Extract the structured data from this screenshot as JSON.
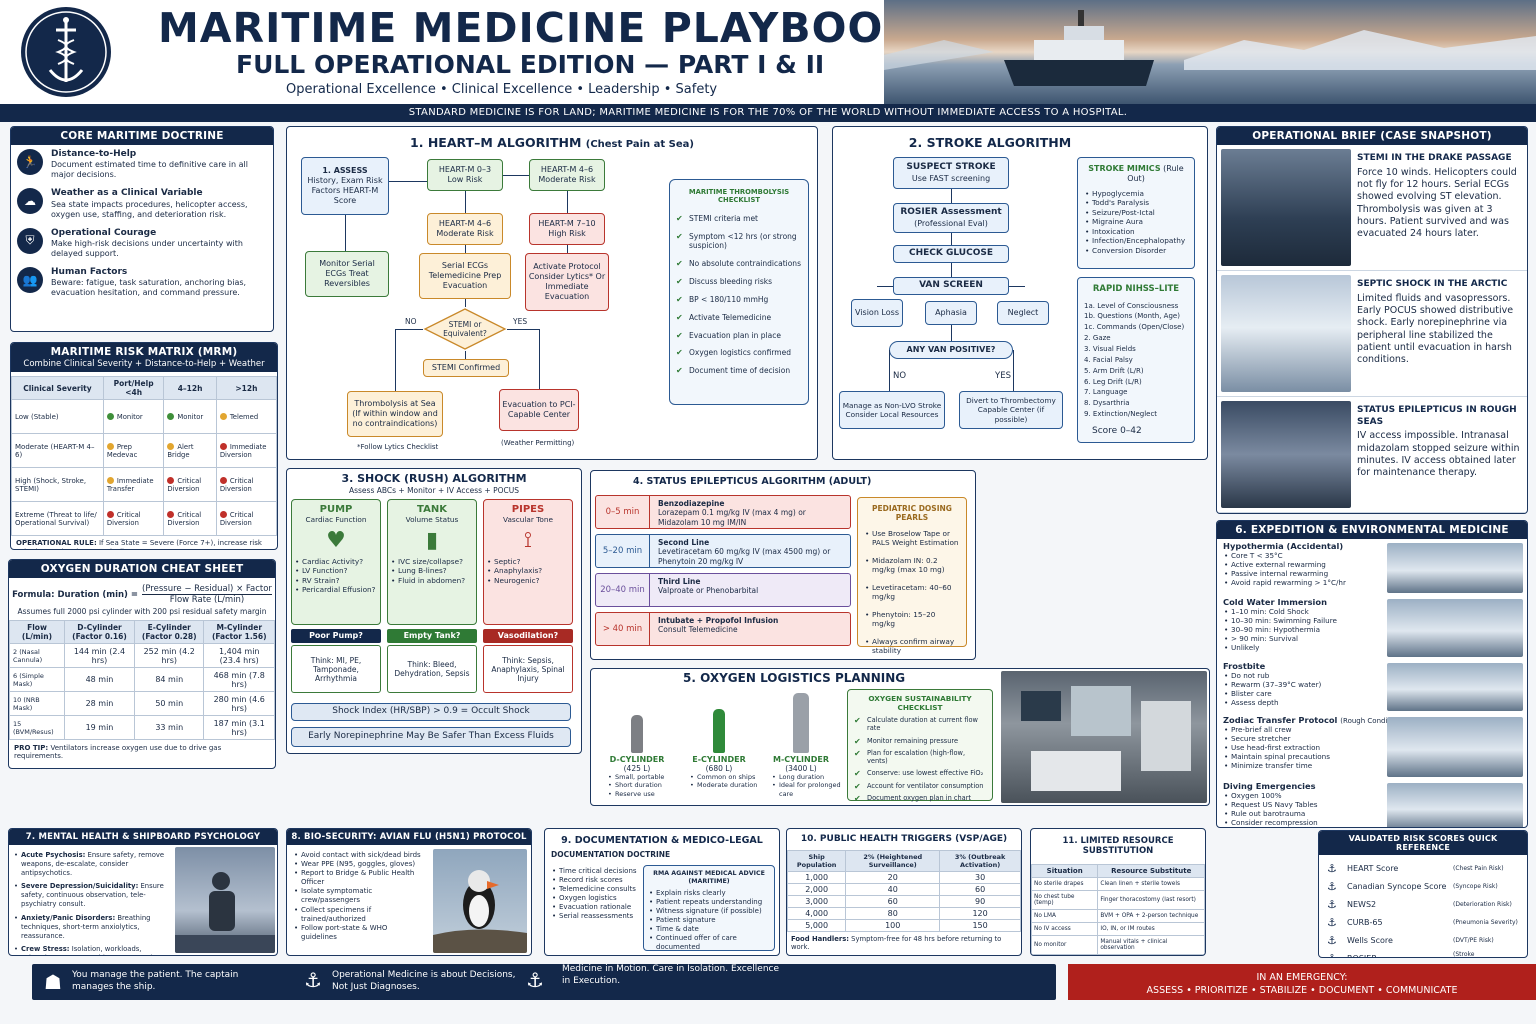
{
  "header": {
    "title": "MARITIME MEDICINE PLAYBOOK",
    "subtitle": "FULL OPERATIONAL EDITION — PART I & II",
    "tagline": "Operational Excellence • Clinical Excellence • Leadership • Safety",
    "banner": "STANDARD MEDICINE IS FOR LAND; MARITIME MEDICINE IS FOR THE 70% OF THE WORLD WITHOUT IMMEDIATE ACCESS TO A HOSPITAL."
  },
  "doctrine": {
    "title": "CORE MARITIME DOCTRINE",
    "items": [
      {
        "h": "Distance-to-Help",
        "t": "Document estimated time to definitive care in all major decisions."
      },
      {
        "h": "Weather as a Clinical Variable",
        "t": "Sea state impacts procedures, helicopter access, oxygen use, staffing, and deterioration risk."
      },
      {
        "h": "Operational Courage",
        "t": "Make high-risk decisions under uncertainty with delayed support."
      },
      {
        "h": "Human Factors",
        "t": "Beware: fatigue, task saturation, anchoring bias, evacuation hesitation, and command pressure."
      }
    ]
  },
  "mrm": {
    "title": "MARITIME RISK MATRIX (MRM)",
    "sub": "Combine Clinical Severity + Distance-to-Help + Weather",
    "cols": [
      "Clinical Severity",
      "Port/Help <4h",
      "4–12h",
      ">12h"
    ],
    "rows": [
      {
        "sev": "Low (Stable)",
        "c": [
          [
            "Monitor",
            "#3f8f3a"
          ],
          [
            "Monitor",
            "#3f8f3a"
          ],
          [
            "Telemed",
            "#e2a630"
          ]
        ]
      },
      {
        "sev": "Moderate (HEART-M 4–6)",
        "c": [
          [
            "Prep Medevac",
            "#e2a630"
          ],
          [
            "Alert Bridge",
            "#e2a630"
          ],
          [
            "Immediate Diversion",
            "#c0302a"
          ]
        ]
      },
      {
        "sev": "High (Shock, Stroke, STEMI)",
        "c": [
          [
            "Immediate Transfer",
            "#e2a630"
          ],
          [
            "Critical Diversion",
            "#c0302a"
          ],
          [
            "Critical Diversion",
            "#c0302a"
          ]
        ]
      },
      {
        "sev": "Extreme (Threat to life/ Operational Survival)",
        "c": [
          [
            "Critical Diversion",
            "#c0302a"
          ],
          [
            "Critical Diversion",
            "#c0302a"
          ],
          [
            "Critical Diversion",
            "#c0302a"
          ]
        ]
      }
    ],
    "rule_h": "OPERATIONAL RULE:",
    "rule": "If Sea State = Severe (Force 7+), increase risk color by one level automatically."
  },
  "oxy": {
    "title": "OXYGEN DURATION CHEAT SHEET",
    "formula_l": "Formula: Duration (min) =",
    "formula_n": "(Pressure − Residual) × Factor",
    "formula_d": "Flow Rate (L/min)",
    "assume": "Assumes full 2000 psi cylinder with 200 psi residual safety margin",
    "cols": [
      "Flow (L/min)",
      "D-Cylinder (Factor 0.16)",
      "E-Cylinder (Factor 0.28)",
      "M-Cylinder (Factor 1.56)"
    ],
    "rows": [
      [
        "2 (Nasal Cannula)",
        "144 min (2.4 hrs)",
        "252 min (4.2 hrs)",
        "1,404 min (23.4 hrs)"
      ],
      [
        "6 (Simple Mask)",
        "48 min",
        "84 min",
        "468 min (7.8 hrs)"
      ],
      [
        "10 (NRB Mask)",
        "28 min",
        "50 min",
        "280 min (4.6 hrs)"
      ],
      [
        "15 (BVM/Resus)",
        "19 min",
        "33 min",
        "187 min (3.1 hrs)"
      ]
    ],
    "tip_h": "PRO TIP:",
    "tip": "Ventilators increase oxygen use due to drive gas requirements."
  },
  "heart": {
    "title": "1. HEART–M ALGORITHM",
    "title2": "(Chest Pain at Sea)",
    "assess": "1. ASSESS",
    "assess_t": "History, Exam Risk Factors HEART-M Score",
    "low": "HEART-M 0–3 Low Risk",
    "mod1": "HEART-M 4–6 Moderate Risk",
    "mod2": "HEART-M 4–6 Moderate Risk",
    "high": "HEART-M 7–10 High Risk",
    "monitor": "Monitor Serial ECGs Treat Reversibles",
    "serial": "Serial ECGs Telemedicine Prep Evacuation",
    "activate": "Activate Protocol Consider Lytics* Or Immediate Evacuation",
    "stemi": "STEMI or Equivalent?",
    "no": "NO",
    "yes": "YES",
    "confirmed": "STEMI Confirmed",
    "thromb": "Thrombolysis at Sea (If within window and no contraindications)",
    "evac": "Evacuation to PCI-Capable Center",
    "foot1": "*Follow Lytics Checklist",
    "foot2": "(Weather Permitting)",
    "check_title": "MARITIME THROMBOLYSIS CHECKLIST",
    "checks": [
      "STEMI criteria met",
      "Symptom <12 hrs (or strong suspicion)",
      "No absolute contraindications",
      "Discuss bleeding risks",
      "BP < 180/110 mmHg",
      "Activate Telemedicine",
      "Evacuation plan in place",
      "Oxygen logistics confirmed",
      "Document time of decision"
    ]
  },
  "stroke": {
    "title": "2. STROKE ALGORITHM",
    "suspect": "SUSPECT STROKE",
    "suspect_t": "Use FAST screening",
    "rosier": "ROSIER Assessment",
    "rosier_t": "(Professional Eval)",
    "glucose": "CHECK GLUCOSE",
    "van": "VAN SCREEN",
    "vision": "Vision Loss",
    "aphasia": "Aphasia",
    "neglect": "Neglect",
    "vanq": "ANY VAN POSITIVE?",
    "no": "NO",
    "yes": "YES",
    "nonlvo": "Manage as Non-LVO Stroke Consider Local Resources",
    "divert": "Divert to Thrombectomy Capable Center (if possible)",
    "mimic_title": "STROKE MIMICS",
    "mimic_sub": "(Rule Out)",
    "mimics": [
      "Hypoglycemia",
      "Todd's Paralysis",
      "Seizure/Post-Ictal",
      "Migraine Aura",
      "Intoxication",
      "Infection/Encephalopathy",
      "Conversion Disorder"
    ],
    "nihss_title": "RAPID NIHSS–LITE",
    "nihss": [
      "1a. Level of Consciousness",
      "1b. Questions (Month, Age)",
      "1c. Commands (Open/Close)",
      "2. Gaze",
      "3. Visual Fields",
      "4. Facial Palsy",
      "5. Arm Drift (L/R)",
      "6. Leg Drift (L/R)",
      "7. Language",
      "8. Dysarthria",
      "9. Extinction/Neglect"
    ],
    "score": "Score 0–42"
  },
  "brief": {
    "title": "OPERATIONAL BRIEF (CASE SNAPSHOT)",
    "cases": [
      {
        "h": "STEMI IN THE DRAKE PASSAGE",
        "t": "Force 10 winds. Helicopters could not fly for 12 hours. Serial ECGs showed evolving ST elevation. Thrombolysis was given at 3 hours. Patient survived and was evacuated 24 hours later."
      },
      {
        "h": "SEPTIC SHOCK IN THE ARCTIC",
        "t": "Limited fluids and vasopressors. Early POCUS showed distributive shock. Early norepinephrine via peripheral line stabilized the patient until evacuation in harsh conditions."
      },
      {
        "h": "STATUS EPILEPTICUS IN ROUGH SEAS",
        "t": "IV access impossible. Intranasal midazolam stopped seizure within minutes. IV access obtained later for maintenance therapy."
      }
    ]
  },
  "shock": {
    "title": "3. SHOCK (RUSH) ALGORITHM",
    "sub": "Assess ABCs + Monitor + IV Access + POCUS",
    "cols": [
      {
        "h": "PUMP",
        "s": "Cardiac Function",
        "items": [
          "Cardiac Activity?",
          "LV Function?",
          "RV Strain?",
          "Pericardial Effusion?"
        ],
        "q": "Poor Pump?",
        "think": "Think: MI, PE, Tamponade, Arrhythmia"
      },
      {
        "h": "TANK",
        "s": "Volume Status",
        "items": [
          "IVC size/collapse?",
          "Lung B-lines?",
          "Fluid in abdomen?"
        ],
        "q": "Empty Tank?",
        "think": "Think: Bleed, Dehydration, Sepsis"
      },
      {
        "h": "PIPES",
        "s": "Vascular Tone",
        "items": [
          "Septic?",
          "Anaphylaxis?",
          "Neurogenic?"
        ],
        "q": "Vasodilation?",
        "think": "Think: Sepsis, Anaphylaxis, Spinal Injury"
      }
    ],
    "index": "Shock Index (HR/SBP) > 0.9 = Occult Shock",
    "norepi": "Early Norepinephrine May Be Safer Than Excess Fluids"
  },
  "status": {
    "title": "4. STATUS EPILEPTICUS ALGORITHM (ADULT)",
    "steps": [
      {
        "t": "0–5 min",
        "h": "Benzodiazepine",
        "d": "Lorazepam 0.1 mg/kg IV (max 4 mg) or Midazolam 10 mg IM/IN"
      },
      {
        "t": "5–20 min",
        "h": "Second Line",
        "d": "Levetiracetam 60 mg/kg IV (max 4500 mg) or Phenytoin 20 mg/kg IV"
      },
      {
        "t": "20–40 min",
        "h": "Third Line",
        "d": "Valproate or Phenobarbital"
      },
      {
        "t": "> 40 min",
        "h": "Intubate + Propofol Infusion",
        "d": "Consult Telemedicine"
      }
    ],
    "ped_title": "PEDIATRIC DOSING PEARLS",
    "ped": [
      "Use Broselow Tape or PALS Weight Estimation",
      "Midazolam IN: 0.2 mg/kg (max 10 mg)",
      "Levetiracetam: 40–60 mg/kg",
      "Phenytoin: 15–20 mg/kg",
      "Always confirm airway stability"
    ]
  },
  "o2log": {
    "title": "5. OXYGEN LOGISTICS PLANNING",
    "cyl": [
      {
        "n": "D-CYLINDER",
        "v": "(425 L)",
        "d": [
          "Small, portable",
          "Short duration",
          "Reserve use"
        ]
      },
      {
        "n": "E-CYLINDER",
        "v": "(680 L)",
        "d": [
          "Common on ships",
          "Moderate duration"
        ]
      },
      {
        "n": "M-CYLINDER",
        "v": "(3400 L)",
        "d": [
          "Long duration",
          "Ideal for prolonged care"
        ]
      }
    ],
    "check_title": "OXYGEN SUSTAINABILITY CHECKLIST",
    "checks": [
      "Calculate duration at current flow rate",
      "Monitor remaining pressure",
      "Plan for escalation (high-flow, vents)",
      "Conserve: use lowest effective FiO₂",
      "Account for ventilator consumption",
      "Document oxygen plan in chart"
    ]
  },
  "expedition": {
    "title": "6. EXPEDITION & ENVIRONMENTAL MEDICINE",
    "sections": [
      {
        "h": "Hypothermia (Accidental)",
        "items": [
          "Core T < 35°C",
          "Active external rewarming",
          "Passive internal rewarming",
          "Avoid rapid rewarming > 1°C/hr"
        ]
      },
      {
        "h": "Cold Water Immersion",
        "items": [
          "1–10 min: Cold Shock",
          "10–30 min: Swimming Failure",
          "30–90 min: Hypothermia",
          "> 90 min: Survival",
          "Unlikely"
        ]
      },
      {
        "h": "Frostbite",
        "items": [
          "Do not rub",
          "Rewarm (37–39°C water)",
          "Blister care",
          "Assess depth"
        ]
      },
      {
        "h": "Zodiac Transfer Protocol",
        "h2": "(Rough Conditions)",
        "items": [
          "Pre-brief all crew",
          "Secure stretcher",
          "Use head-first extraction",
          "Maintain spinal precautions",
          "Minimize transfer time"
        ]
      },
      {
        "h": "Diving Emergencies",
        "items": [
          "Oxygen 100%",
          "Request US Navy Tables",
          "Rule out barotrauma",
          "Consider recompression"
        ]
      }
    ]
  },
  "mental": {
    "title": "7. MENTAL HEALTH & SHIPBOARD PSYCHOLOGY",
    "items": [
      {
        "h": "Acute Psychosis:",
        "t": "Ensure safety, remove weapons, de-escalate, consider antipsychotics."
      },
      {
        "h": "Severe Depression/Suicidality:",
        "t": "Ensure safety, continuous observation, tele-psychiatry consult."
      },
      {
        "h": "Anxiety/Panic Disorders:",
        "t": "Breathing techniques, short-term anxiolytics, reassurance."
      },
      {
        "h": "Crew Stress:",
        "t": "Isolation, workloads, cultural stressors. Provide support and follow-up."
      }
    ]
  },
  "bio": {
    "title": "8. BIO-SECURITY: AVIAN FLU (H5N1) PROTOCOL",
    "items": [
      "Avoid contact with sick/dead birds",
      "Wear PPE (N95, goggles, gloves)",
      "Report to Bridge & Public Health Officer",
      "Isolate symptomatic crew/passengers",
      "Collect specimens if trained/authorized",
      "Follow port-state & WHO guidelines"
    ]
  },
  "doc": {
    "title": "9. DOCUMENTATION & MEDICO-LEGAL",
    "sub": "DOCUMENTATION DOCTRINE",
    "items": [
      "Time critical decisions",
      "Record risk scores",
      "Telemedicine consults",
      "Oxygen logistics",
      "Evacuation rationale",
      "Serial reassessments"
    ],
    "rma_title": "RMA AGAINST MEDICAL ADVICE (MARITIME)",
    "rma": [
      "Explain risks clearly",
      "Patient repeats understanding",
      "Witness signature (if possible)",
      "Patient signature",
      "Time & date",
      "Continued offer of care documented"
    ]
  },
  "ph": {
    "title": "10. PUBLIC HEALTH TRIGGERS (VSP/AGE)",
    "cols": [
      "Ship Population",
      "2% (Heightened Surveillance)",
      "3% (Outbreak Activation)"
    ],
    "rows": [
      [
        "1,000",
        "20",
        "30"
      ],
      [
        "2,000",
        "40",
        "60"
      ],
      [
        "3,000",
        "60",
        "90"
      ],
      [
        "4,000",
        "80",
        "120"
      ],
      [
        "5,000",
        "100",
        "150"
      ]
    ],
    "foot_h": "Food Handlers:",
    "foot": "Symptom-free for 48 hrs before returning to work."
  },
  "lim": {
    "title": "11. LIMITED RESOURCE SUBSTITUTION",
    "cols": [
      "Situation",
      "Resource Substitute"
    ],
    "rows": [
      [
        "No sterile drapes",
        "Clean linen + sterile towels"
      ],
      [
        "No chest tube (temp)",
        "Finger thoracostomy (last resort)"
      ],
      [
        "No LMA",
        "BVM + OPA + 2-person technique"
      ],
      [
        "No IV access",
        "IO, IN, or IM routes"
      ],
      [
        "No monitor",
        "Manual vitals + clinical observation"
      ]
    ]
  },
  "scores": {
    "title": "VALIDATED RISK SCORES QUICK REFERENCE",
    "items": [
      [
        "HEART Score",
        "(Chest Pain Risk)"
      ],
      [
        "Canadian Syncope Score",
        "(Syncope Risk)"
      ],
      [
        "NEWS2",
        "(Deterioration Risk)"
      ],
      [
        "CURB-65",
        "(Pneumonia Severity)"
      ],
      [
        "Wells Score",
        "(DVT/PE Risk)"
      ],
      [
        "ROSIER",
        "(Stroke Differentiation)"
      ]
    ]
  },
  "footer": {
    "a": "You manage the patient. The captain manages the ship.",
    "b": "Operational Medicine is about Decisions, Not Just Diagnoses.",
    "c": "Medicine in Motion. Care in Isolation. Excellence in Execution.",
    "em_h": "IN AN EMERGENCY:",
    "em": "ASSESS • PRIORITIZE • STABILIZE • DOCUMENT • COMMUNICATE"
  }
}
